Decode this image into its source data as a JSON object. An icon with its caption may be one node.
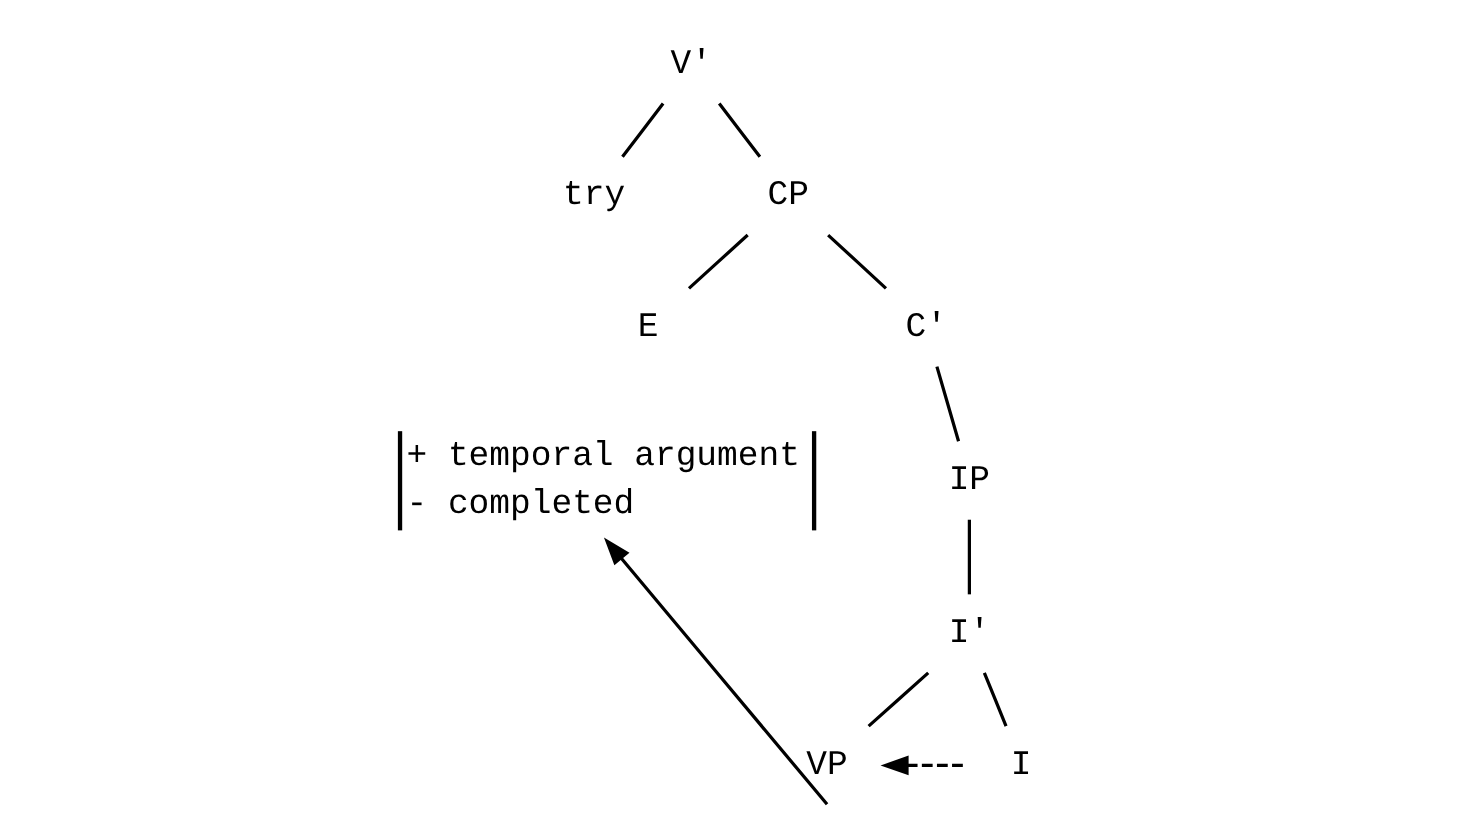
{
  "diagram": {
    "nodes": [
      {
        "text": [
          "V'"
        ]
      },
      {
        "text": [
          "try"
        ]
      },
      {
        "text": [
          "CP"
        ]
      },
      {
        "text": [
          "E"
        ]
      },
      {
        "text": [
          "+ temporal argument",
          "- completed"
        ]
      },
      {
        "text": [
          "C'"
        ]
      },
      {
        "text": [
          "IP"
        ]
      },
      {
        "text": [
          "I'"
        ]
      },
      {
        "text": [
          "I"
        ]
      },
      {
        "text": [
          "VP"
        ]
      }
    ],
    "edges": [
      {
        "from": 0,
        "to": 1,
        "arrow": "none"
      },
      {
        "from": 0,
        "to": 2,
        "arrow": "none"
      },
      {
        "from": 2,
        "to": 3,
        "arrow": "none"
      },
      {
        "from": 2,
        "to": 5,
        "arrow": "none"
      },
      {
        "from": 5,
        "to": 6,
        "arrow": "none"
      },
      {
        "from": 6,
        "to": 7,
        "arrow": "none"
      },
      {
        "from": 7,
        "to": 8,
        "arrow": "none"
      },
      {
        "from": 7,
        "to": 9,
        "arrow": "none"
      },
      {
        "from": 8,
        "to": 9,
        "arrow": "to",
        "style": "dashed"
      },
      {
        "from": 9,
        "to": 4,
        "arrow": "to"
      }
    ]
  }
}
